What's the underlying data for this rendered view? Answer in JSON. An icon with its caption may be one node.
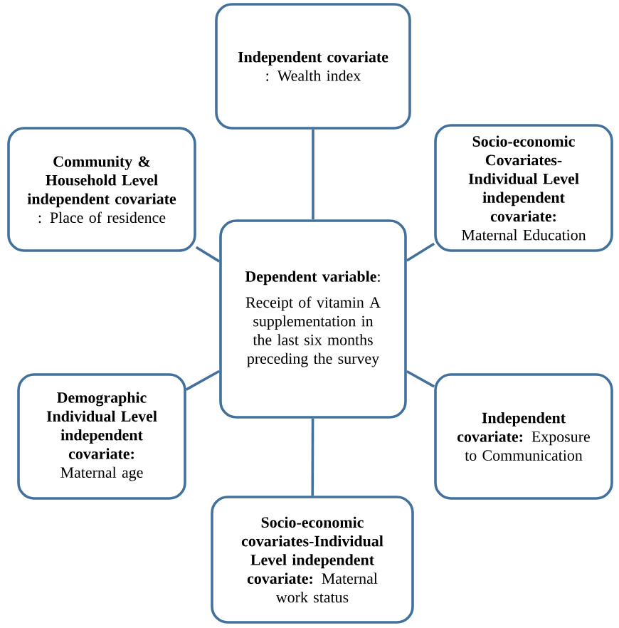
{
  "diagram": {
    "nodes": [
      {
        "text": [
          "**Independent covariate** : Wealth index"
        ]
      },
      {
        "text": [
          "**Community & Household Level independent covariate** : Place of residence"
        ]
      },
      {
        "text": [
          "**Socio-economic Covariates- Individual Level independent covariate:** Maternal Education"
        ]
      },
      {
        "text": [
          "**Dependent variable**:",
          "Receipt of vitamin A supplementation in the last six months preceding the survey"
        ]
      },
      {
        "text": [
          "**Demographic Individual Level independent covariate:** Maternal age"
        ]
      },
      {
        "text": [
          "**Independent covariate:** Exposure to Communication"
        ]
      },
      {
        "text": [
          "**Socio-economic covariates-Individual Level independent covariate:** Maternal work status"
        ]
      }
    ],
    "edges": [
      {
        "from": 3,
        "to": 0,
        "arrow": "none"
      },
      {
        "from": 3,
        "to": 1,
        "arrow": "none"
      },
      {
        "from": 3,
        "to": 2,
        "arrow": "none"
      },
      {
        "from": 3,
        "to": 4,
        "arrow": "none"
      },
      {
        "from": 3,
        "to": 5,
        "arrow": "none"
      },
      {
        "from": 3,
        "to": 6,
        "arrow": "none"
      }
    ]
  }
}
